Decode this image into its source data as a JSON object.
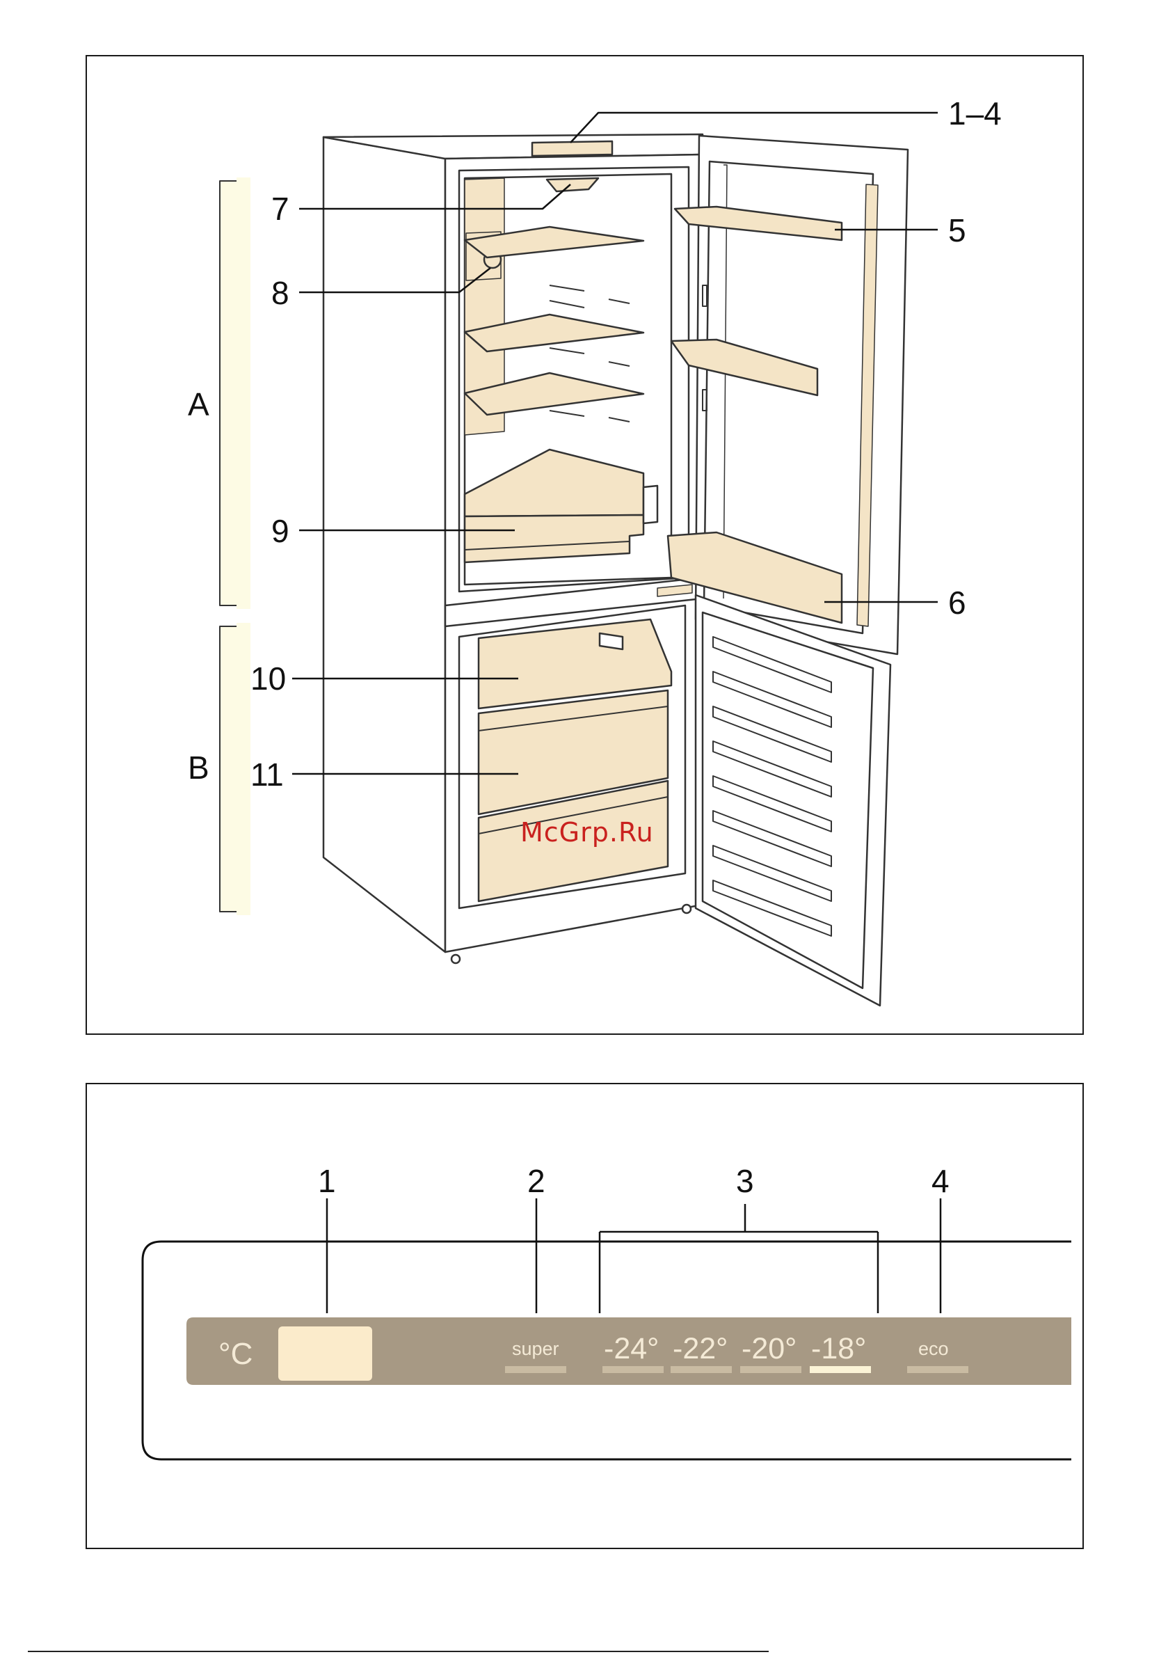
{
  "fridge_diagram": {
    "callouts": [
      {
        "id": "c1-4",
        "text": "1–4"
      },
      {
        "id": "c5",
        "text": "5"
      },
      {
        "id": "c6",
        "text": "6"
      },
      {
        "id": "c7",
        "text": "7"
      },
      {
        "id": "c8",
        "text": "8"
      },
      {
        "id": "c9",
        "text": "9"
      },
      {
        "id": "c10",
        "text": "10"
      },
      {
        "id": "c11",
        "text": "11"
      }
    ],
    "zones": {
      "a": "A",
      "b": "B"
    },
    "watermark": "McGrp.Ru",
    "colors": {
      "highlight": "#f4e4c6",
      "zone_bar": "#fdfbe4",
      "outline": "#333333"
    }
  },
  "control_panel": {
    "callouts": [
      "1",
      "2",
      "3",
      "4"
    ],
    "unit": "°C",
    "super_label": "super",
    "temps": [
      "-24°",
      "-22°",
      "-20°",
      "-18°"
    ],
    "active_temp": "-18°",
    "eco_label": "eco",
    "colors": {
      "panel": "#a79984",
      "display": "#fbebcb",
      "indicator": "#c9bba2",
      "indicator_active": "#fbf3d6"
    }
  }
}
